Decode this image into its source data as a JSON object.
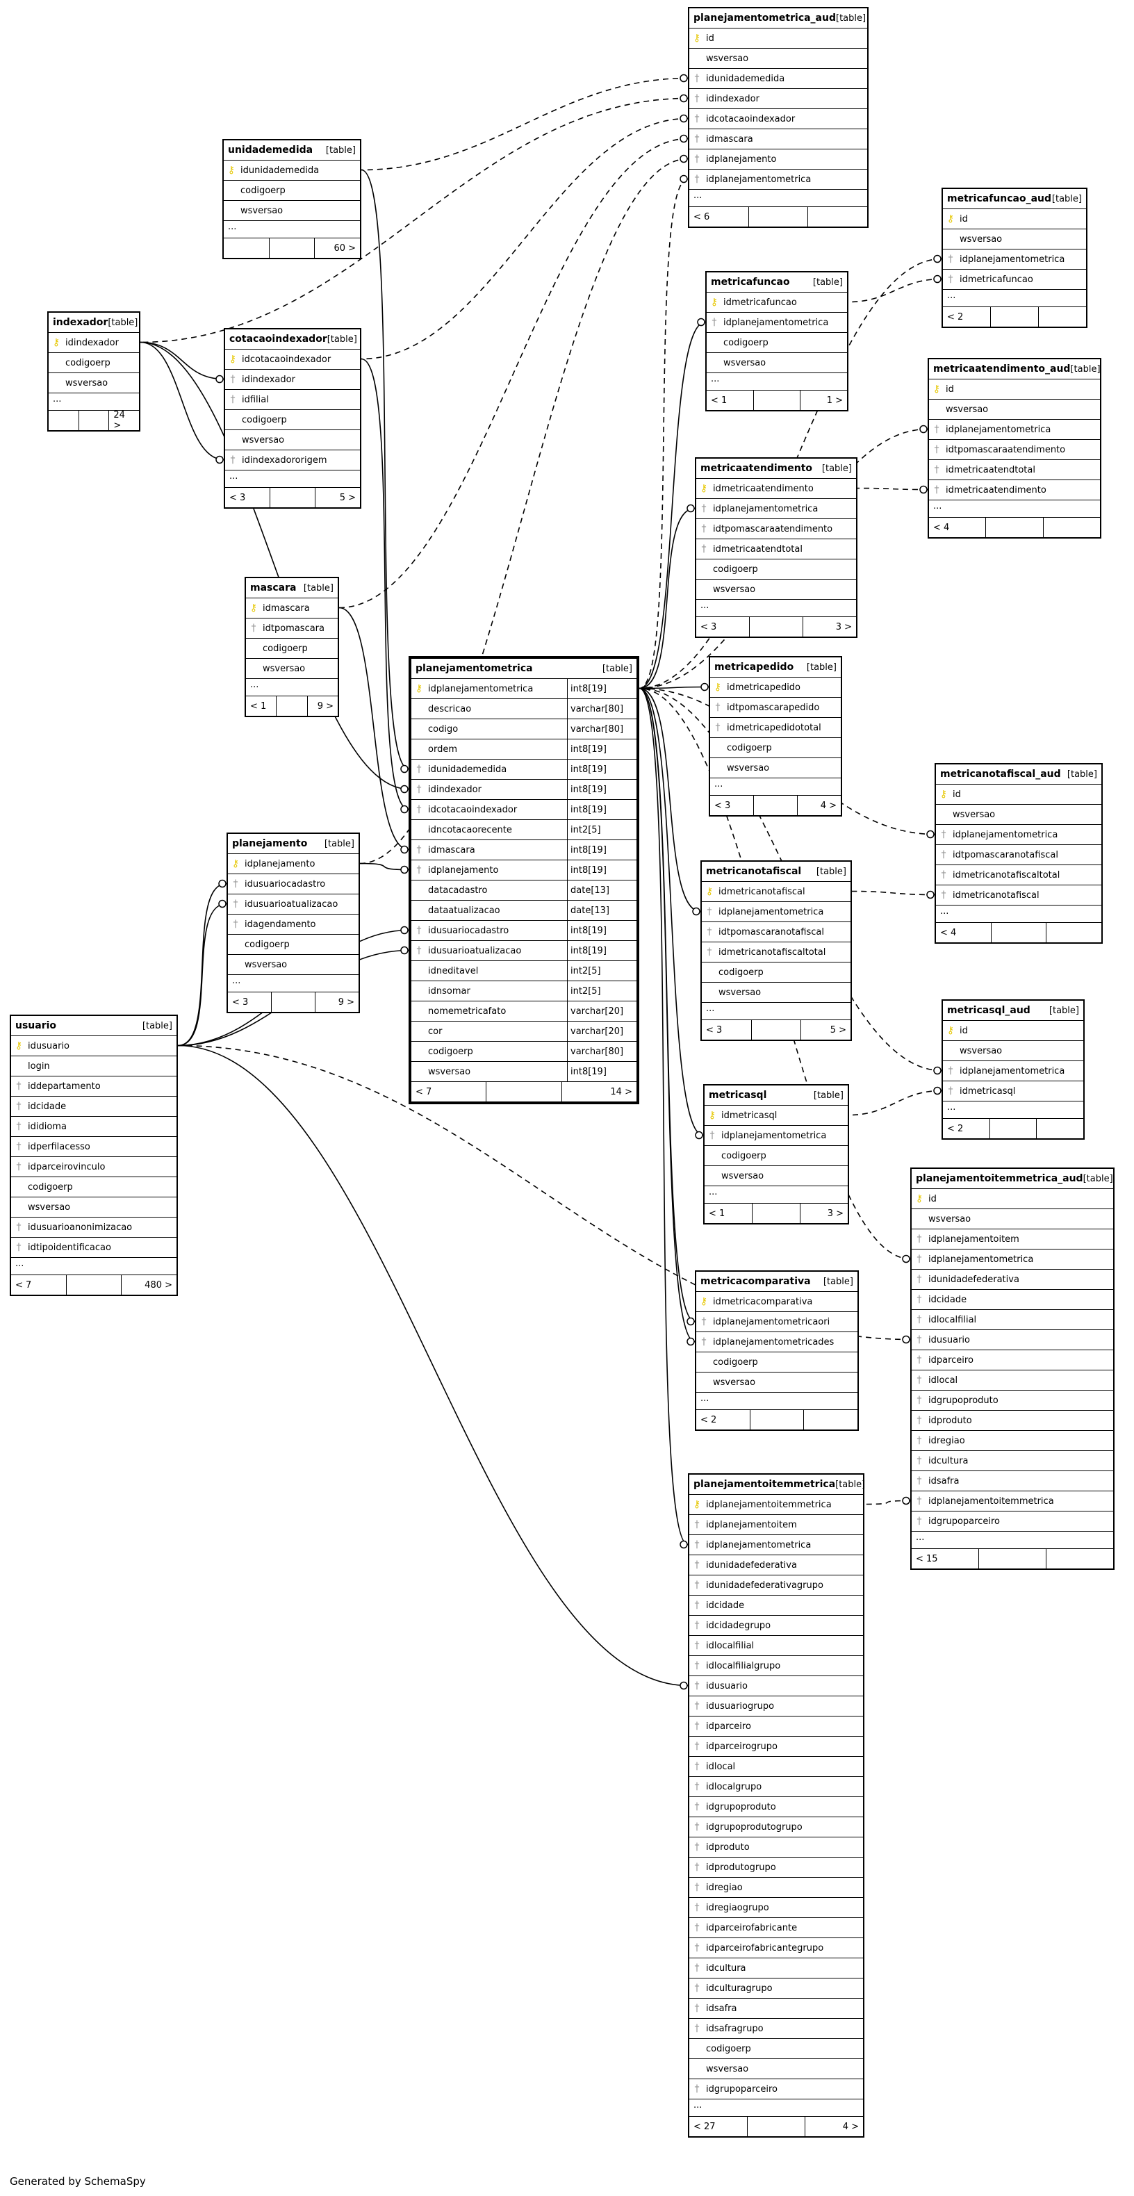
{
  "footer": "Generated by SchemaSpy",
  "tag": "[table]",
  "tables": [
    {
      "id": "planejamentometrica_aud",
      "name": "planejamentometrica_aud",
      "cols": [
        [
          "pk",
          "id"
        ],
        [
          "",
          "wsversao"
        ],
        [
          "fk",
          "idunidademedida"
        ],
        [
          "fk",
          "idindexador"
        ],
        [
          "fk",
          "idcotacaoindexador"
        ],
        [
          "fk",
          "idmascara"
        ],
        [
          "fk",
          "idplanejamento"
        ],
        [
          "fk",
          "idplanejamentometrica"
        ]
      ],
      "more": "...",
      "left": "< 6",
      "right": ""
    },
    {
      "id": "unidademedida",
      "name": "unidademedida",
      "cols": [
        [
          "pk",
          "idunidademedida"
        ],
        [
          "",
          "codigoerp"
        ],
        [
          "",
          "wsversao"
        ]
      ],
      "more": "...",
      "left": "",
      "right": "60 >"
    },
    {
      "id": "indexador",
      "name": "indexador",
      "cols": [
        [
          "pk",
          "idindexador"
        ],
        [
          "",
          "codigoerp"
        ],
        [
          "",
          "wsversao"
        ]
      ],
      "more": "...",
      "left": "",
      "right": "24 >"
    },
    {
      "id": "cotacaoindexador",
      "name": "cotacaoindexador",
      "cols": [
        [
          "pk",
          "idcotacaoindexador"
        ],
        [
          "fk",
          "idindexador"
        ],
        [
          "fk",
          "idfilial"
        ],
        [
          "",
          "codigoerp"
        ],
        [
          "",
          "wsversao"
        ],
        [
          "fk",
          "idindexadororigem"
        ]
      ],
      "more": "...",
      "left": "< 3",
      "right": "5 >"
    },
    {
      "id": "mascara",
      "name": "mascara",
      "cols": [
        [
          "pk",
          "idmascara"
        ],
        [
          "fk",
          "idtpomascara"
        ],
        [
          "",
          "codigoerp"
        ],
        [
          "",
          "wsversao"
        ]
      ],
      "more": "...",
      "left": "< 1",
      "right": "9 >"
    },
    {
      "id": "planejamento",
      "name": "planejamento",
      "cols": [
        [
          "pk",
          "idplanejamento"
        ],
        [
          "fk",
          "idusuariocadastro"
        ],
        [
          "fk",
          "idusuarioatualizacao"
        ],
        [
          "fk",
          "idagendamento"
        ],
        [
          "",
          "codigoerp"
        ],
        [
          "",
          "wsversao"
        ]
      ],
      "more": "...",
      "left": "< 3",
      "right": "9 >"
    },
    {
      "id": "usuario",
      "name": "usuario",
      "cols": [
        [
          "pk",
          "idusuario"
        ],
        [
          "",
          "login"
        ],
        [
          "fk",
          "iddepartamento"
        ],
        [
          "fk",
          "idcidade"
        ],
        [
          "fk",
          "ididioma"
        ],
        [
          "fk",
          "idperfilacesso"
        ],
        [
          "fk",
          "idparceirovinculo"
        ],
        [
          "",
          "codigoerp"
        ],
        [
          "",
          "wsversao"
        ],
        [
          "fk",
          "idusuarioanonimizacao"
        ],
        [
          "fk",
          "idtipoidentificacao"
        ]
      ],
      "more": "...",
      "left": "< 7",
      "right": "480 >"
    },
    {
      "id": "planejamentometrica",
      "name": "planejamentometrica",
      "focus": true,
      "cols": [
        [
          "pk",
          "idplanejamentometrica",
          "int8[19]"
        ],
        [
          "",
          "descricao",
          "varchar[80]"
        ],
        [
          "",
          "codigo",
          "varchar[80]"
        ],
        [
          "",
          "ordem",
          "int8[19]"
        ],
        [
          "fk",
          "idunidademedida",
          "int8[19]"
        ],
        [
          "fk",
          "idindexador",
          "int8[19]"
        ],
        [
          "fk",
          "idcotacaoindexador",
          "int8[19]"
        ],
        [
          "",
          "idncotacaorecente",
          "int2[5]"
        ],
        [
          "fk",
          "idmascara",
          "int8[19]"
        ],
        [
          "fk",
          "idplanejamento",
          "int8[19]"
        ],
        [
          "",
          "datacadastro",
          "date[13]"
        ],
        [
          "",
          "dataatualizacao",
          "date[13]"
        ],
        [
          "fk",
          "idusuariocadastro",
          "int8[19]"
        ],
        [
          "fk",
          "idusuarioatualizacao",
          "int8[19]"
        ],
        [
          "",
          "idneditavel",
          "int2[5]"
        ],
        [
          "",
          "idnsomar",
          "int2[5]"
        ],
        [
          "",
          "nomemetricafato",
          "varchar[20]"
        ],
        [
          "",
          "cor",
          "varchar[20]"
        ],
        [
          "",
          "codigoerp",
          "varchar[80]"
        ],
        [
          "",
          "wsversao",
          "int8[19]"
        ]
      ],
      "more": "",
      "left": "< 7",
      "right": "14 >"
    },
    {
      "id": "metricafuncao",
      "name": "metricafuncao",
      "cols": [
        [
          "pk",
          "idmetricafuncao"
        ],
        [
          "fk",
          "idplanejamentometrica"
        ],
        [
          "",
          "codigoerp"
        ],
        [
          "",
          "wsversao"
        ]
      ],
      "more": "...",
      "left": "< 1",
      "right": "1 >"
    },
    {
      "id": "metricafuncao_aud",
      "name": "metricafuncao_aud",
      "cols": [
        [
          "pk",
          "id"
        ],
        [
          "",
          "wsversao"
        ],
        [
          "fk",
          "idplanejamentometrica"
        ],
        [
          "fk",
          "idmetricafuncao"
        ]
      ],
      "more": "...",
      "left": "< 2",
      "right": ""
    },
    {
      "id": "metricaatendimento_aud",
      "name": "metricaatendimento_aud",
      "cols": [
        [
          "pk",
          "id"
        ],
        [
          "",
          "wsversao"
        ],
        [
          "fk",
          "idplanejamentometrica"
        ],
        [
          "fk",
          "idtpomascaraatendimento"
        ],
        [
          "fk",
          "idmetricaatendtotal"
        ],
        [
          "fk",
          "idmetricaatendimento"
        ]
      ],
      "more": "...",
      "left": "< 4",
      "right": ""
    },
    {
      "id": "metricaatendimento",
      "name": "metricaatendimento",
      "cols": [
        [
          "pk",
          "idmetricaatendimento"
        ],
        [
          "fk",
          "idplanejamentometrica"
        ],
        [
          "fk",
          "idtpomascaraatendimento"
        ],
        [
          "fk",
          "idmetricaatendtotal"
        ],
        [
          "",
          "codigoerp"
        ],
        [
          "",
          "wsversao"
        ]
      ],
      "more": "...",
      "left": "< 3",
      "right": "3 >"
    },
    {
      "id": "metricapedido",
      "name": "metricapedido",
      "cols": [
        [
          "pk",
          "idmetricapedido"
        ],
        [
          "fk",
          "idtpomascarapedido"
        ],
        [
          "fk",
          "idmetricapedidototal"
        ],
        [
          "",
          "codigoerp"
        ],
        [
          "",
          "wsversao"
        ]
      ],
      "more": "...",
      "left": "< 3",
      "right": "4 >"
    },
    {
      "id": "metricanotafiscal_aud",
      "name": "metricanotafiscal_aud",
      "cols": [
        [
          "pk",
          "id"
        ],
        [
          "",
          "wsversao"
        ],
        [
          "fk",
          "idplanejamentometrica"
        ],
        [
          "fk",
          "idtpomascaranotafiscal"
        ],
        [
          "fk",
          "idmetricanotafiscaltotal"
        ],
        [
          "fk",
          "idmetricanotafiscal"
        ]
      ],
      "more": "...",
      "left": "< 4",
      "right": ""
    },
    {
      "id": "metricanotafiscal",
      "name": "metricanotafiscal",
      "cols": [
        [
          "pk",
          "idmetricanotafiscal"
        ],
        [
          "fk",
          "idplanejamentometrica"
        ],
        [
          "fk",
          "idtpomascaranotafiscal"
        ],
        [
          "fk",
          "idmetricanotafiscaltotal"
        ],
        [
          "",
          "codigoerp"
        ],
        [
          "",
          "wsversao"
        ]
      ],
      "more": "...",
      "left": "< 3",
      "right": "5 >"
    },
    {
      "id": "metricasql_aud",
      "name": "metricasql_aud",
      "cols": [
        [
          "pk",
          "id"
        ],
        [
          "",
          "wsversao"
        ],
        [
          "fk",
          "idplanejamentometrica"
        ],
        [
          "fk",
          "idmetricasql"
        ]
      ],
      "more": "...",
      "left": "< 2",
      "right": ""
    },
    {
      "id": "metricasql",
      "name": "metricasql",
      "cols": [
        [
          "pk",
          "idmetricasql"
        ],
        [
          "fk",
          "idplanejamentometrica"
        ],
        [
          "",
          "codigoerp"
        ],
        [
          "",
          "wsversao"
        ]
      ],
      "more": "...",
      "left": "< 1",
      "right": "3 >"
    },
    {
      "id": "planejamentoitemmetrica_aud",
      "name": "planejamentoitemmetrica_aud",
      "cols": [
        [
          "pk",
          "id"
        ],
        [
          "",
          "wsversao"
        ],
        [
          "fk",
          "idplanejamentoitem"
        ],
        [
          "fk",
          "idplanejamentometrica"
        ],
        [
          "fk",
          "idunidadefederativa"
        ],
        [
          "fk",
          "idcidade"
        ],
        [
          "fk",
          "idlocalfilial"
        ],
        [
          "fk",
          "idusuario"
        ],
        [
          "fk",
          "idparceiro"
        ],
        [
          "fk",
          "idlocal"
        ],
        [
          "fk",
          "idgrupoproduto"
        ],
        [
          "fk",
          "idproduto"
        ],
        [
          "fk",
          "idregiao"
        ],
        [
          "fk",
          "idcultura"
        ],
        [
          "fk",
          "idsafra"
        ],
        [
          "fk",
          "idplanejamentoitemmetrica"
        ],
        [
          "fk",
          "idgrupoparceiro"
        ]
      ],
      "more": "...",
      "left": "< 15",
      "right": ""
    },
    {
      "id": "metricacomparativa",
      "name": "metricacomparativa",
      "cols": [
        [
          "pk",
          "idmetricacomparativa"
        ],
        [
          "fk",
          "idplanejamentometricaori"
        ],
        [
          "fk",
          "idplanejamentometricades"
        ],
        [
          "",
          "codigoerp"
        ],
        [
          "",
          "wsversao"
        ]
      ],
      "more": "...",
      "left": "< 2",
      "right": ""
    },
    {
      "id": "planejamentoitemmetrica",
      "name": "planejamentoitemmetrica",
      "cols": [
        [
          "pk",
          "idplanejamentoitemmetrica"
        ],
        [
          "fk",
          "idplanejamentoitem"
        ],
        [
          "fk",
          "idplanejamentometrica"
        ],
        [
          "fk",
          "idunidadefederativa"
        ],
        [
          "fk",
          "idunidadefederativagrupo"
        ],
        [
          "fk",
          "idcidade"
        ],
        [
          "fk",
          "idcidadegrupo"
        ],
        [
          "fk",
          "idlocalfilial"
        ],
        [
          "fk",
          "idlocalfilialgrupo"
        ],
        [
          "fk",
          "idusuario"
        ],
        [
          "fk",
          "idusuariogrupo"
        ],
        [
          "fk",
          "idparceiro"
        ],
        [
          "fk",
          "idparceirogrupo"
        ],
        [
          "fk",
          "idlocal"
        ],
        [
          "fk",
          "idlocalgrupo"
        ],
        [
          "fk",
          "idgrupoproduto"
        ],
        [
          "fk",
          "idgrupoprodutogrupo"
        ],
        [
          "fk",
          "idproduto"
        ],
        [
          "fk",
          "idprodutogrupo"
        ],
        [
          "fk",
          "idregiao"
        ],
        [
          "fk",
          "idregiaogrupo"
        ],
        [
          "fk",
          "idparceirofabricante"
        ],
        [
          "fk",
          "idparceirofabricantegrupo"
        ],
        [
          "fk",
          "idcultura"
        ],
        [
          "fk",
          "idculturagrupo"
        ],
        [
          "fk",
          "idsafra"
        ],
        [
          "fk",
          "idsafragrupo"
        ],
        [
          "",
          "codigoerp"
        ],
        [
          "",
          "wsversao"
        ],
        [
          "fk",
          "idgrupoparceiro"
        ]
      ],
      "more": "...",
      "left": "< 27",
      "right": "4 >"
    }
  ],
  "relations": [
    {
      "from": "planejamentometrica_aud.idunidademedida",
      "to": "unidademedida.idunidademedida",
      "dashed": true
    },
    {
      "from": "planejamentometrica_aud.idindexador",
      "to": "indexador.idindexador",
      "dashed": true
    },
    {
      "from": "planejamentometrica_aud.idcotacaoindexador",
      "to": "cotacaoindexador.idcotacaoindexador",
      "dashed": true
    },
    {
      "from": "planejamentometrica_aud.idmascara",
      "to": "mascara.idmascara",
      "dashed": true
    },
    {
      "from": "planejamentometrica_aud.idplanejamento",
      "to": "planejamento.idplanejamento",
      "dashed": true
    },
    {
      "from": "planejamentometrica_aud.idplanejamentometrica",
      "to": "planejamentometrica.idplanejamentometrica",
      "dashed": true
    },
    {
      "from": "cotacaoindexador.idindexador",
      "to": "indexador.idindexador",
      "dashed": false
    },
    {
      "from": "cotacaoindexador.idindexadororigem",
      "to": "indexador.idindexador",
      "dashed": false
    },
    {
      "from": "planejamentometrica.idunidademedida",
      "to": "unidademedida.idunidademedida",
      "dashed": false
    },
    {
      "from": "planejamentometrica.idindexador",
      "to": "indexador.idindexador",
      "dashed": false
    },
    {
      "from": "planejamentometrica.idcotacaoindexador",
      "to": "cotacaoindexador.idcotacaoindexador",
      "dashed": false
    },
    {
      "from": "planejamentometrica.idmascara",
      "to": "mascara.idmascara",
      "dashed": false
    },
    {
      "from": "planejamentometrica.idplanejamento",
      "to": "planejamento.idplanejamento",
      "dashed": false
    },
    {
      "from": "planejamentometrica.idusuariocadastro",
      "to": "usuario.idusuario",
      "dashed": false
    },
    {
      "from": "planejamentometrica.idusuarioatualizacao",
      "to": "usuario.idusuario",
      "dashed": false
    },
    {
      "from": "planejamento.idusuariocadastro",
      "to": "usuario.idusuario",
      "dashed": false
    },
    {
      "from": "planejamento.idusuarioatualizacao",
      "to": "usuario.idusuario",
      "dashed": false
    },
    {
      "from": "metricafuncao.idplanejamentometrica",
      "to": "planejamentometrica.idplanejamentometrica",
      "dashed": false
    },
    {
      "from": "metricafuncao_aud.idplanejamentometrica",
      "to": "planejamentometrica.idplanejamentometrica",
      "dashed": true
    },
    {
      "from": "metricafuncao_aud.idmetricafuncao",
      "to": "metricafuncao.idmetricafuncao",
      "dashed": true
    },
    {
      "from": "metricaatendimento.idplanejamentometrica",
      "to": "planejamentometrica.idplanejamentometrica",
      "dashed": false
    },
    {
      "from": "metricaatendimento_aud.idplanejamentometrica",
      "to": "planejamentometrica.idplanejamentometrica",
      "dashed": true
    },
    {
      "from": "metricaatendimento_aud.idmetricaatendimento",
      "to": "metricaatendimento.idmetricaatendimento",
      "dashed": true
    },
    {
      "from": "metricapedido.idmetricapedido",
      "to": "planejamentometrica.idplanejamentometrica",
      "dashed": false
    },
    {
      "from": "metricanotafiscal.idplanejamentometrica",
      "to": "planejamentometrica.idplanejamentometrica",
      "dashed": false
    },
    {
      "from": "metricanotafiscal_aud.idplanejamentometrica",
      "to": "planejamentometrica.idplanejamentometrica",
      "dashed": true
    },
    {
      "from": "metricanotafiscal_aud.idmetricanotafiscal",
      "to": "metricanotafiscal.idmetricanotafiscal",
      "dashed": true
    },
    {
      "from": "metricasql.idplanejamentometrica",
      "to": "planejamentometrica.idplanejamentometrica",
      "dashed": false
    },
    {
      "from": "metricasql_aud.idplanejamentometrica",
      "to": "planejamentometrica.idplanejamentometrica",
      "dashed": true
    },
    {
      "from": "metricasql_aud.idmetricasql",
      "to": "metricasql.idmetricasql",
      "dashed": true
    },
    {
      "from": "planejamentoitemmetrica_aud.idplanejamentometrica",
      "to": "planejamentometrica.idplanejamentometrica",
      "dashed": true
    },
    {
      "from": "planejamentoitemmetrica_aud.idusuario",
      "to": "usuario.idusuario",
      "dashed": true
    },
    {
      "from": "planejamentoitemmetrica_aud.idplanejamentoitemmetrica",
      "to": "planejamentoitemmetrica.idplanejamentoitemmetrica",
      "dashed": true
    },
    {
      "from": "metricacomparativa.idplanejamentometricaori",
      "to": "planejamentometrica.idplanejamentometrica",
      "dashed": false
    },
    {
      "from": "metricacomparativa.idplanejamentometricades",
      "to": "planejamentometrica.idplanejamentometrica",
      "dashed": false
    },
    {
      "from": "planejamentoitemmetrica.idplanejamentometrica",
      "to": "planejamentometrica.idplanejamentometrica",
      "dashed": false
    },
    {
      "from": "planejamentoitemmetrica.idusuario",
      "to": "usuario.idusuario",
      "dashed": false
    }
  ]
}
